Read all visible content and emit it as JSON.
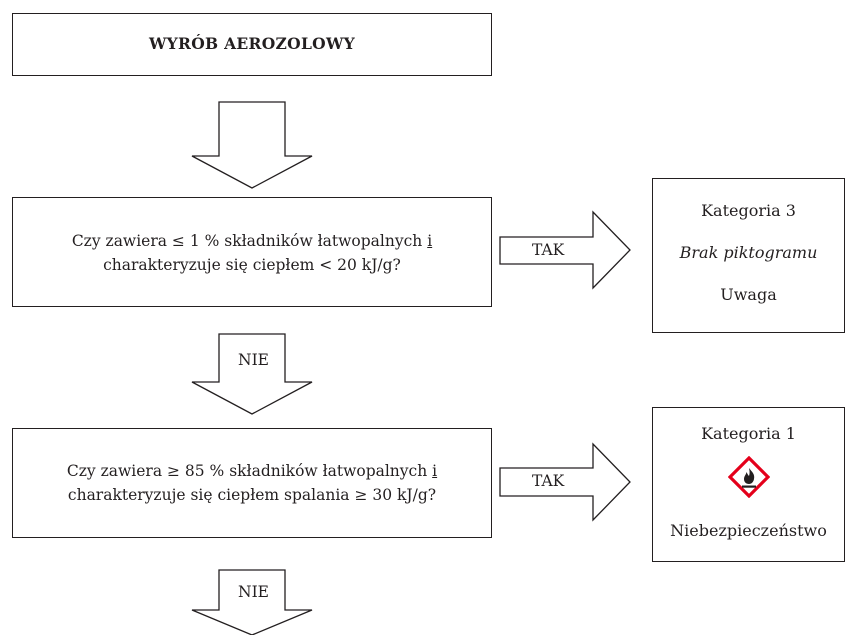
{
  "title_box": {
    "text": "WYRÓB AEROZOLOWY"
  },
  "question1": {
    "line1_prefix": "Czy  zawiera  ≤ 1 %  składników  łatwopalnych ",
    "line1_conj": "i",
    "line2": "charakteryzuje się ciepłem < 20 kJ/g?"
  },
  "question2": {
    "line1_prefix": "Czy  zawiera  ≥ 85 %  składników  łatwopalnych ",
    "line1_conj": "i",
    "line2": "charakteryzuje się ciepłem spalania ≥ 30 kJ/g?"
  },
  "arrows": {
    "yes_label_1": "TAK",
    "no_label_1": "NIE",
    "yes_label_2": "TAK",
    "no_label_2": "NIE"
  },
  "result1": {
    "category": "Kategoria 3",
    "pictogram": "Brak piktogramu",
    "signal_word": "Uwaga"
  },
  "result2": {
    "category": "Kategoria 1",
    "pictogram_icon": "flame-pictogram-icon",
    "signal_word": "Niebezpieczeństwo"
  },
  "colors": {
    "line": "#231f20",
    "pictogram_border": "#e4001b"
  }
}
